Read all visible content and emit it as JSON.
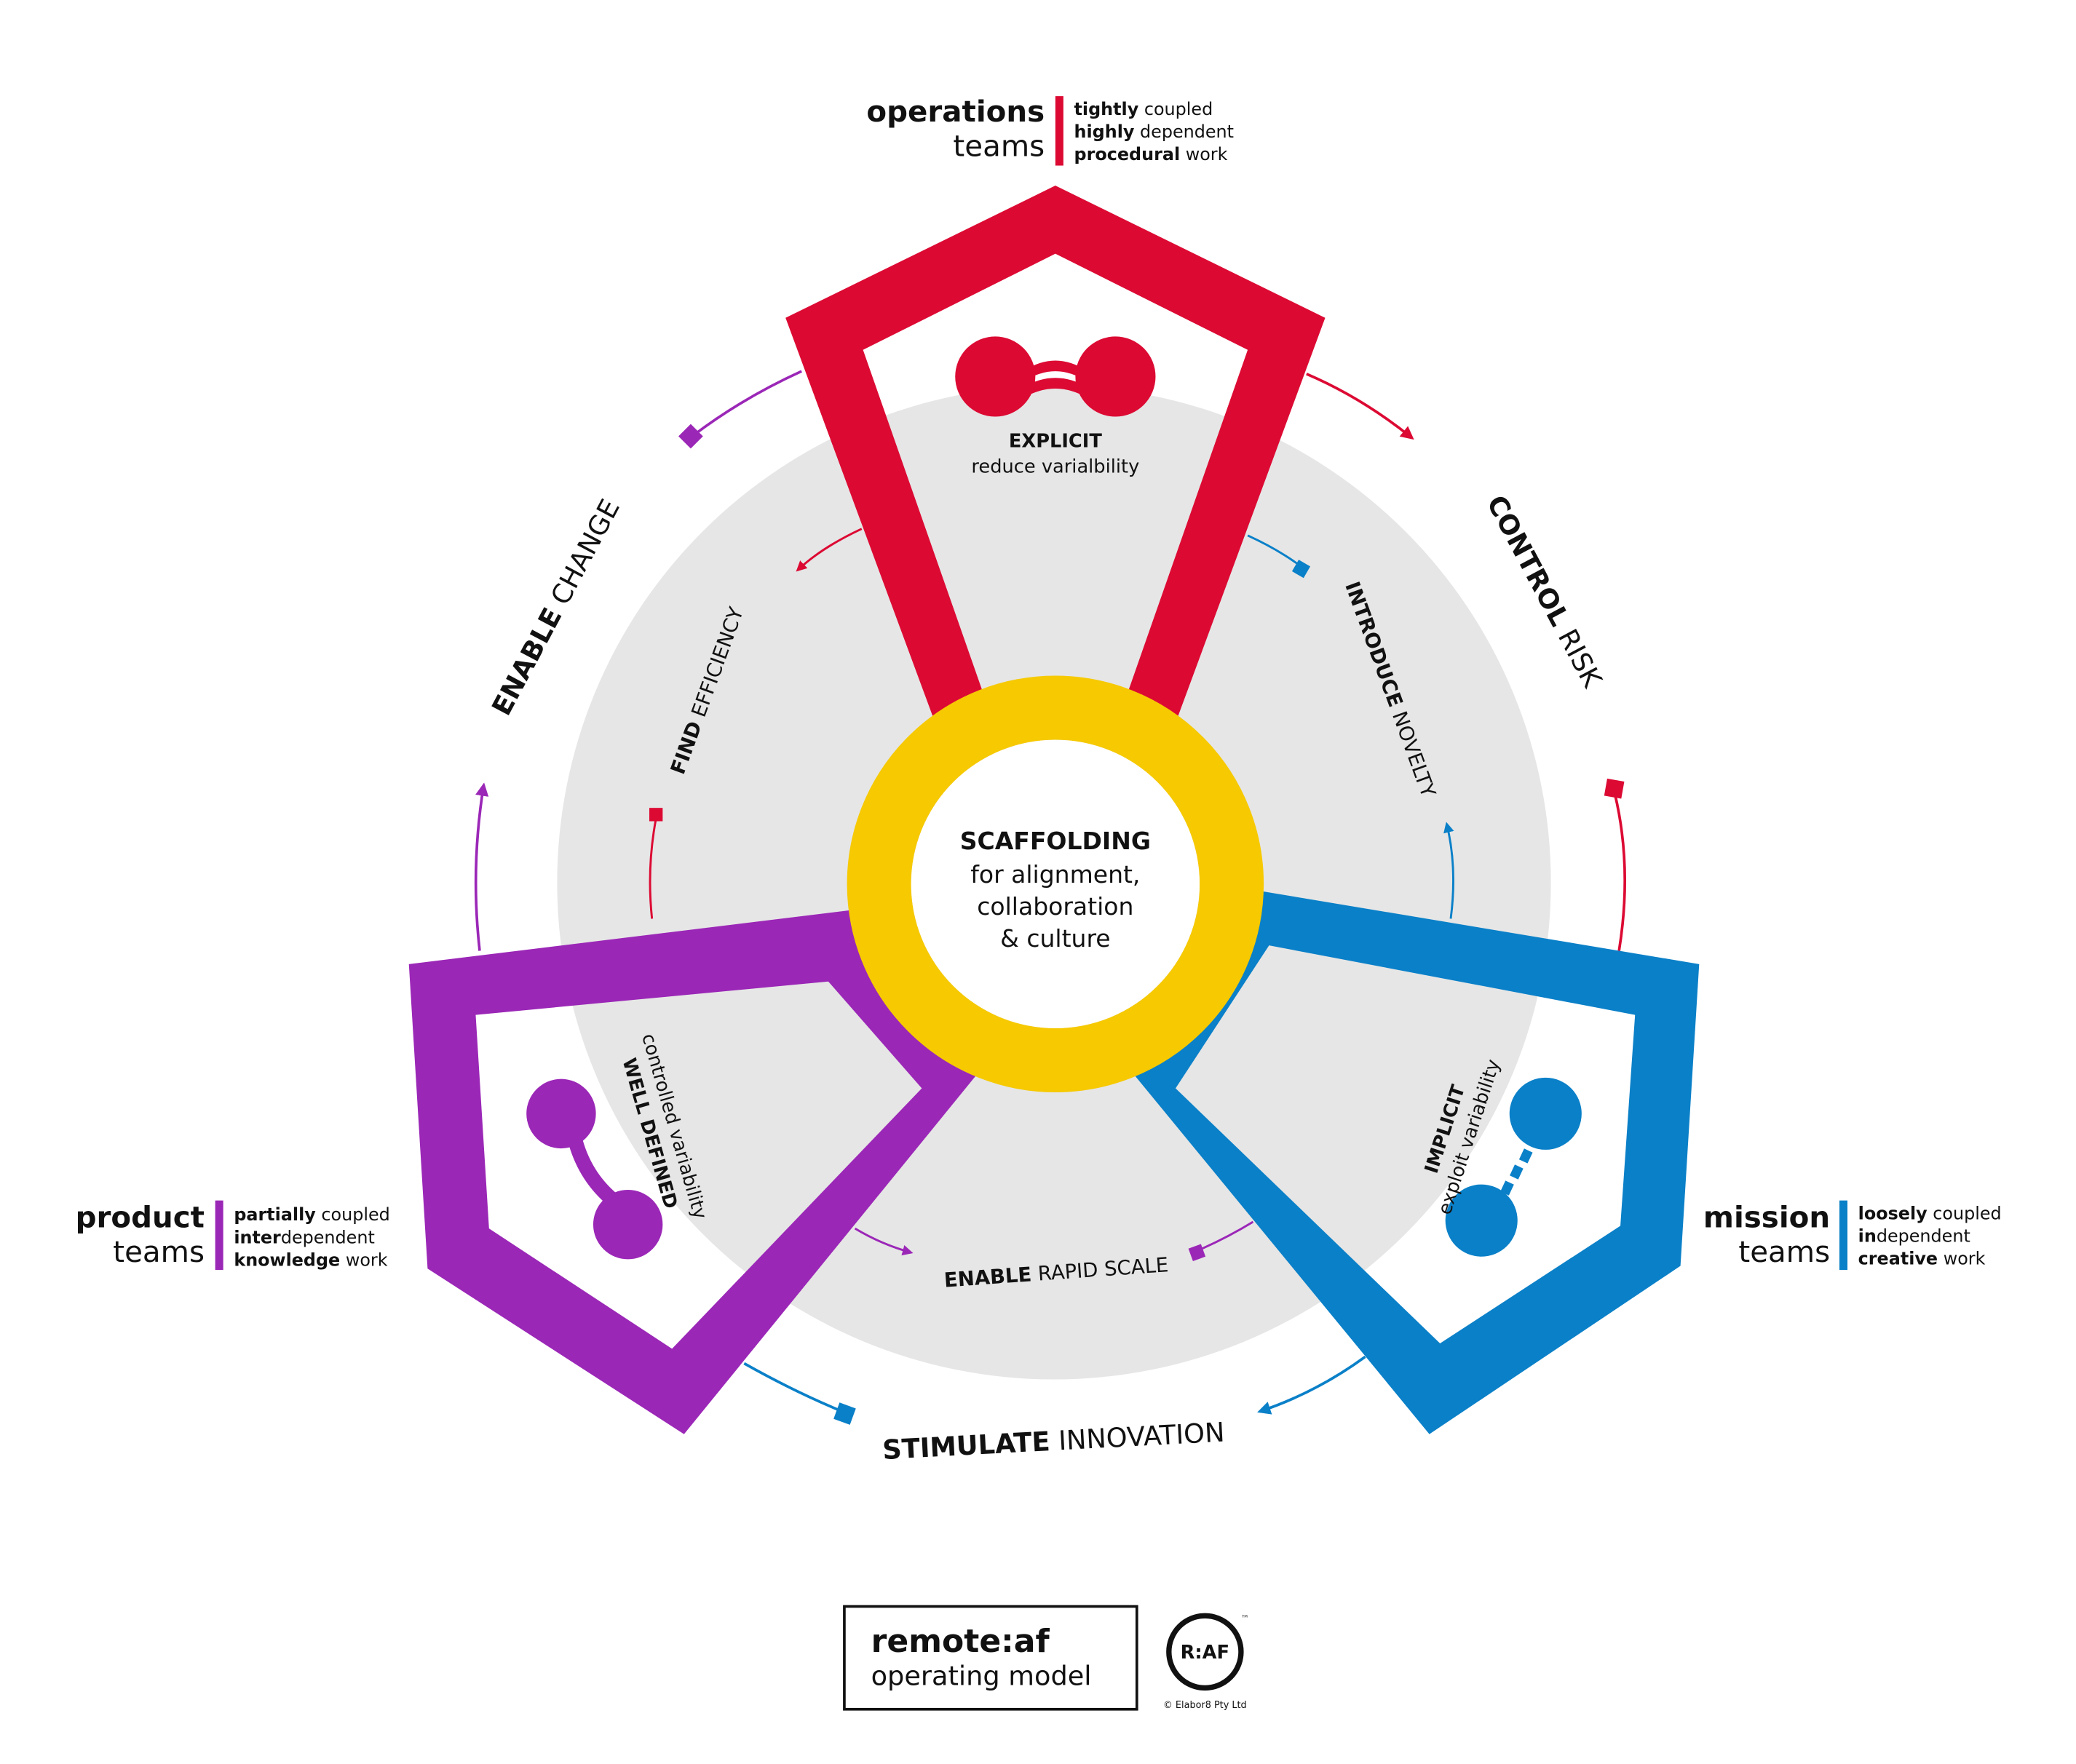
{
  "colors": {
    "operations": "#dc0a33",
    "product": "#9b27b7",
    "mission": "#0a80c8",
    "scaffold": "#f6c900",
    "inner_circle": "#e6e6e6",
    "text": "#111111"
  },
  "teams": {
    "operations": {
      "title": "operations",
      "subtitle": "teams",
      "traits": [
        {
          "bold": "tightly",
          "rest": " coupled"
        },
        {
          "bold": "highly",
          "rest": " dependent"
        },
        {
          "bold": "procedural",
          "rest": " work"
        }
      ],
      "icon": "dumbbell-connected-icon",
      "interface_title": "EXPLICIT",
      "interface_text": "reduce varialbility"
    },
    "product": {
      "title": "product",
      "subtitle": "teams",
      "traits": [
        {
          "bold": "partially",
          "rest": " coupled"
        },
        {
          "bold": "inter",
          "rest": "dependent"
        },
        {
          "bold": "knowledge",
          "rest": " work"
        }
      ],
      "icon": "dumbbell-linked-icon",
      "interface_title": "WELL DEFINED",
      "interface_text": "controlled variability"
    },
    "mission": {
      "title": "mission",
      "subtitle": "teams",
      "traits": [
        {
          "bold": "loosely",
          "rest": " coupled"
        },
        {
          "bold": "in",
          "rest": "dependent"
        },
        {
          "bold": "creative",
          "rest": " work"
        }
      ],
      "icon": "dumbbell-dotted-icon",
      "interface_title": "IMPLICIT",
      "interface_text": "exploit variability"
    }
  },
  "center": {
    "title": "SCAFFOLDING",
    "lines": [
      "for alignment,",
      "collaboration",
      "& culture"
    ]
  },
  "outer_transitions": {
    "control_risk": {
      "bold": "CONTROL",
      "rest": " RISK"
    },
    "enable_change": {
      "bold": "ENABLE",
      "rest": " CHANGE"
    },
    "stimulate_innovation": {
      "bold": "STIMULATE",
      "rest": " INNOVATION"
    }
  },
  "inner_transitions": {
    "find_efficiency": {
      "bold": "FIND",
      "rest": " EFFICIENCY"
    },
    "introduce_novelty": {
      "bold": "INTRODUCE",
      "rest": " NOVELTY"
    },
    "enable_rapid_scale": {
      "bold": "ENABLE",
      "rest": " RAPID SCALE"
    }
  },
  "branding": {
    "name": "remote:af",
    "tagline": "operating model",
    "logo_text": "R:AF",
    "trademark": "™",
    "copyright": "© Elabor8 Pty Ltd"
  }
}
